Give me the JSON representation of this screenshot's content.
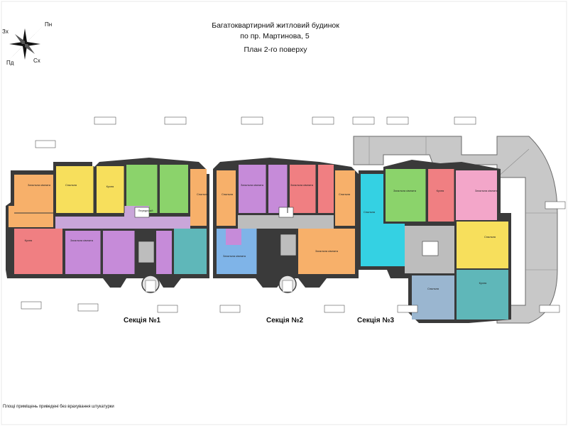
{
  "title": {
    "line1": "Багатоквартирний житловий будинок",
    "line2": "по пр. Мартинова, 5",
    "line3": "План 2-го поверху"
  },
  "compass": {
    "north": "Пн",
    "west": "Зх",
    "south": "Пд",
    "east": "Сх"
  },
  "sections": [
    "Секція №1",
    "Секція №2",
    "Секція №3"
  ],
  "footnote": "Площі приміщень приведені без врахування штукатурки",
  "colors": {
    "wall": "#3a3a3a",
    "corridor": "#c9a6d9",
    "stair": "#bdbdbd",
    "terrace": "#c8c8c8",
    "orange": "#f7b06a",
    "red": "#f07f82",
    "yellow": "#f7df5c",
    "green": "#8bd36b",
    "purple": "#c68bd9",
    "blue": "#7fb4e8",
    "cyan": "#34d1e3",
    "pink": "#f3a6c9",
    "teal": "#5fb7b9",
    "steel": "#9ab6d0"
  },
  "rooms": {
    "living": "Загальна кімната",
    "bedroom": "Спальня",
    "kitchen": "Кухня",
    "hall": "Передпокій"
  }
}
